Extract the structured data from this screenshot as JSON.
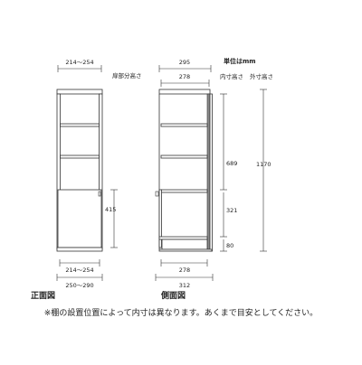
{
  "header": {
    "unit_label": "単位はmm"
  },
  "front_view": {
    "title": "正面図",
    "width_top": "214～254",
    "door_label": "扉部分高さ",
    "door_height": "415",
    "width_inner": "214～254",
    "width_outer": "250～290"
  },
  "side_view": {
    "title": "側面図",
    "depth_outer_top": "295",
    "depth_inner_top": "278",
    "inner_height_label": "内寸高さ",
    "outer_height_label": "外寸高さ",
    "upper_inner_height": "689",
    "lower_inner_height": "321",
    "plinth_height": "80",
    "total_height": "1170",
    "depth_inner_bottom": "278",
    "depth_outer_bottom": "312"
  },
  "footnote": "※棚の設置位置によって内寸は異なります。あくまで目安としてください。"
}
